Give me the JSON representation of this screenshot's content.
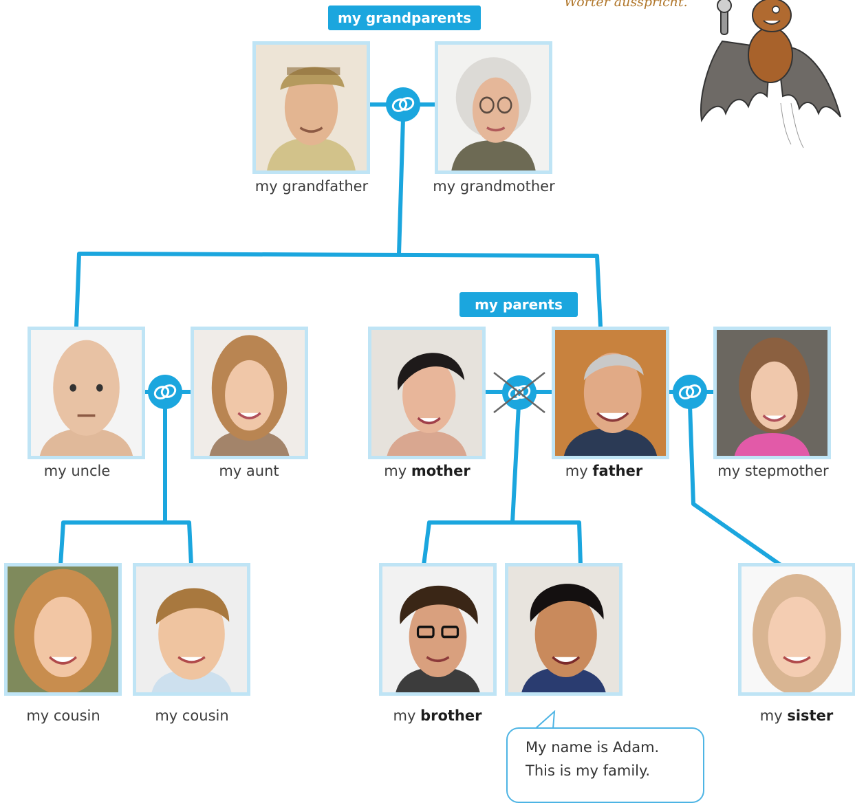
{
  "colors": {
    "accent": "#1ba6de",
    "frame": "#bfe4f5",
    "caption_text": "#3c3c3c",
    "hint_text": "#b0762a"
  },
  "hint_text": "Wörter ausspricht.",
  "labels": {
    "grandparents": "my grandparents",
    "parents": "my parents"
  },
  "people": {
    "grandfather": {
      "prefix": "my ",
      "role": "grandfather"
    },
    "grandmother": {
      "prefix": "my ",
      "role": "grandmother"
    },
    "uncle": {
      "prefix": "my ",
      "role": "uncle"
    },
    "aunt": {
      "prefix": "my ",
      "role": "aunt"
    },
    "mother": {
      "prefix": "my ",
      "role": "mother"
    },
    "father": {
      "prefix": "my ",
      "role": "father"
    },
    "stepmother": {
      "prefix": "my ",
      "role": "stepmother"
    },
    "cousin1": {
      "prefix": "my ",
      "role": "cousin"
    },
    "cousin2": {
      "prefix": "my ",
      "role": "cousin"
    },
    "brother": {
      "prefix": "my ",
      "role": "brother"
    },
    "adam": {
      "prefix": "",
      "role": ""
    },
    "sister": {
      "prefix": "my ",
      "role": "sister"
    }
  },
  "speech_bubble": {
    "line1": "My name is Adam.",
    "line2": "This is my family."
  }
}
